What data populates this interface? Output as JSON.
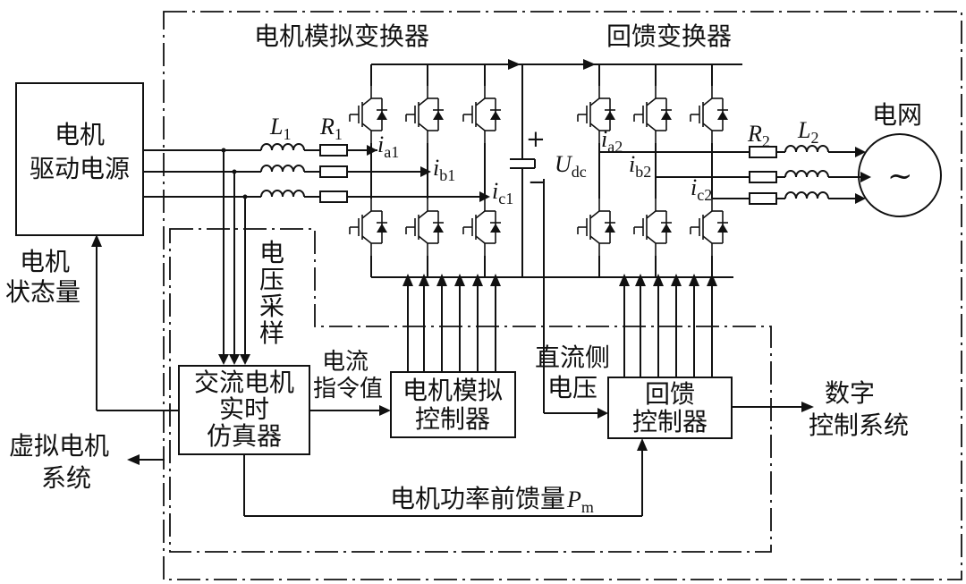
{
  "titles": {
    "motor_converter": "电机模拟变换器",
    "feedback_converter": "回馈变换器",
    "grid": "电网"
  },
  "blocks": {
    "drive_source": [
      "电机",
      "驱动电源"
    ],
    "ac_simulator": [
      "交流电机",
      "实时",
      "仿真器"
    ],
    "motor_controller": [
      "电机模拟",
      "控制器"
    ],
    "feedback_controller": [
      "回馈",
      "控制器"
    ]
  },
  "labels": {
    "motor_state": [
      "电机",
      "状态量"
    ],
    "voltage_sampling": [
      "电",
      "压",
      "采",
      "样"
    ],
    "current_command": [
      "电流",
      "指令值"
    ],
    "dc_voltage": [
      "直流侧",
      "电压"
    ],
    "digital_control": [
      "数字",
      "控制系统"
    ],
    "virtual_motor": [
      "虚拟电机",
      "系统"
    ],
    "power_feedforward": "电机功率前馈量",
    "grid_symbol": "~"
  },
  "symbols": {
    "L1": {
      "main": "L",
      "sub": "1"
    },
    "R1": {
      "main": "R",
      "sub": "1"
    },
    "R2": {
      "main": "R",
      "sub": "2"
    },
    "L2": {
      "main": "L",
      "sub": "2"
    },
    "ia1": {
      "main": "i",
      "sub": "a1"
    },
    "ib1": {
      "main": "i",
      "sub": "b1"
    },
    "ic1": {
      "main": "i",
      "sub": "c1"
    },
    "ia2": {
      "main": "i",
      "sub": "a2"
    },
    "ib2": {
      "main": "i",
      "sub": "b2"
    },
    "ic2": {
      "main": "i",
      "sub": "c2"
    },
    "udc": {
      "main": "U",
      "sub": "dc"
    },
    "pm": {
      "main": "P",
      "sub": "m"
    },
    "plus": "+",
    "minus": "−"
  }
}
